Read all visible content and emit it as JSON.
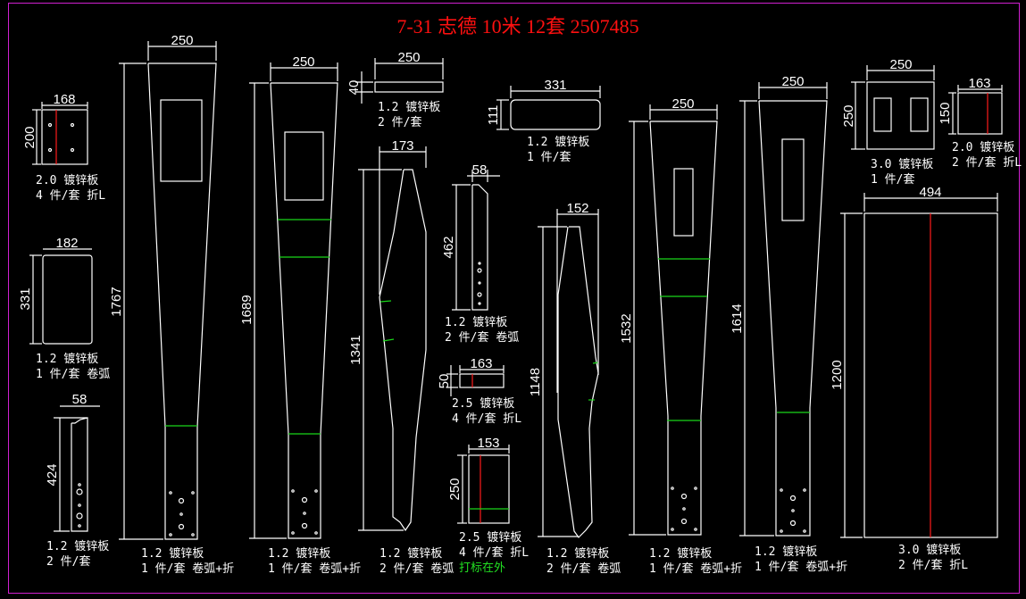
{
  "title": "7-31 志德 10米 12套 2507485",
  "colors": {
    "background": "#000000",
    "frame": "#d020d0",
    "title": "#ff1010",
    "outline": "#ffffff",
    "bend_line": "#19d619",
    "fold_line": "#ff1a1a",
    "note_green": "#22e022"
  },
  "parts": [
    {
      "id": "p1",
      "dims": {
        "w": "168",
        "h": "200"
      },
      "material": "2.0 镀锌板",
      "qty": "4 件/套 折L"
    },
    {
      "id": "p2",
      "dims": {
        "w": "182",
        "h": "331"
      },
      "material": "1.2 镀锌板",
      "qty": "1 件/套 卷弧"
    },
    {
      "id": "p3",
      "dims": {
        "w": "58",
        "h": "424"
      },
      "material": "1.2 镀锌板",
      "qty": "2 件/套"
    },
    {
      "id": "p4",
      "dims": {
        "w": "250",
        "h": "1767"
      },
      "material": "1.2 镀锌板",
      "qty": "1 件/套 卷弧+折"
    },
    {
      "id": "p5",
      "dims": {
        "w": "250",
        "h": "1689"
      },
      "material": "1.2 镀锌板",
      "qty": "1 件/套 卷弧+折"
    },
    {
      "id": "p6",
      "dims": {
        "w": "250",
        "h": "40"
      },
      "material": "1.2 镀锌板",
      "qty": "2 件/套"
    },
    {
      "id": "p7",
      "dims": {
        "w": "173",
        "h": "1341"
      },
      "material": "1.2 镀锌板",
      "qty": "2 件/套 卷弧"
    },
    {
      "id": "p8",
      "dims": {
        "w": "58",
        "h": "462"
      },
      "material": "1.2 镀锌板",
      "qty": "2 件/套 卷弧"
    },
    {
      "id": "p9",
      "dims": {
        "w": "163",
        "h": "50"
      },
      "material": "2.5 镀锌板",
      "qty": "4 件/套 折L"
    },
    {
      "id": "p10",
      "dims": {
        "w": "153",
        "h": "250"
      },
      "material": "2.5 镀锌板",
      "qty": "4 件/套 折L",
      "note": "打标在外"
    },
    {
      "id": "p11",
      "dims": {
        "w": "331",
        "h": "111"
      },
      "material": "1.2 镀锌板",
      "qty": "1 件/套"
    },
    {
      "id": "p12",
      "dims": {
        "w": "152",
        "h": "1148"
      },
      "material": "1.2 镀锌板",
      "qty": "2 件/套 卷弧"
    },
    {
      "id": "p13",
      "dims": {
        "w": "250",
        "h": "1532"
      },
      "material": "1.2 镀锌板",
      "qty": "1 件/套 卷弧+折"
    },
    {
      "id": "p14",
      "dims": {
        "w": "250",
        "h": "1614"
      },
      "material": "1.2 镀锌板",
      "qty": "1 件/套 卷弧+折"
    },
    {
      "id": "p15",
      "dims": {
        "w": "250",
        "h": "250"
      },
      "material": "3.0 镀锌板",
      "qty": "1 件/套"
    },
    {
      "id": "p16",
      "dims": {
        "w": "163",
        "h": "150"
      },
      "material": "2.0 镀锌板",
      "qty": "2 件/套 折L"
    },
    {
      "id": "p17",
      "dims": {
        "w": "494",
        "h": "1200"
      },
      "material": "3.0 镀锌板",
      "qty": "2 件/套 折L"
    }
  ]
}
